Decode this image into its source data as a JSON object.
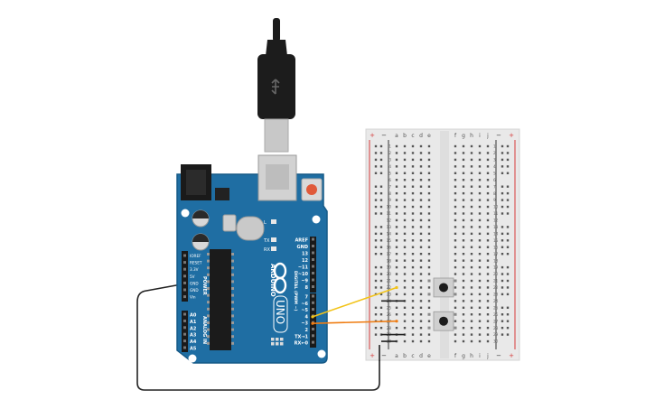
{
  "board": {
    "name": "ARDUINO",
    "model": "UNO",
    "power_header_label": "POWER",
    "analog_header_label": "ANALOG IN",
    "digital_header_label": "DIGITAL (PWM ~)",
    "power_pins": [
      "IOREF",
      "RESET",
      "3.3V",
      "5V",
      "GND",
      "GND",
      "Vin"
    ],
    "analog_pins": [
      "A0",
      "A1",
      "A2",
      "A3",
      "A4",
      "A5"
    ],
    "digital_top_pins": [
      "AREF",
      "GND",
      "13",
      "12",
      "~11",
      "~10",
      "~9",
      "8"
    ],
    "digital_bottom_pins": [
      "7",
      "~6",
      "~5",
      "4",
      "~3",
      "2",
      "TX→1",
      "RX←0"
    ],
    "led_labels": [
      "L",
      "TX",
      "RX"
    ],
    "colors": {
      "board": "#1f6ea3",
      "board_edge": "#175a87",
      "silk": "#ffffff"
    }
  },
  "breadboard": {
    "column_letters_left": [
      "a",
      "b",
      "c",
      "d",
      "e"
    ],
    "column_letters_right": [
      "f",
      "g",
      "h",
      "i",
      "j"
    ],
    "rows": 30,
    "rail_plus": "+",
    "rail_minus": "−",
    "colors": {
      "body": "#e9e9e9",
      "plus_rail": "#d63c3c",
      "minus_rail": "#333333"
    }
  },
  "pushbuttons": [
    {
      "top_row": 21
    },
    {
      "top_row": 26
    }
  ],
  "wires": [
    {
      "from_pin": "4",
      "to_row": 22,
      "color": "#f2c318"
    },
    {
      "from_pin": "3",
      "to_row": 27,
      "color": "#ef7d13"
    },
    {
      "from_pin": "GND",
      "to_row": 30,
      "color": "#222222"
    }
  ],
  "usb_cable": {
    "color": "#1c1c1c"
  }
}
